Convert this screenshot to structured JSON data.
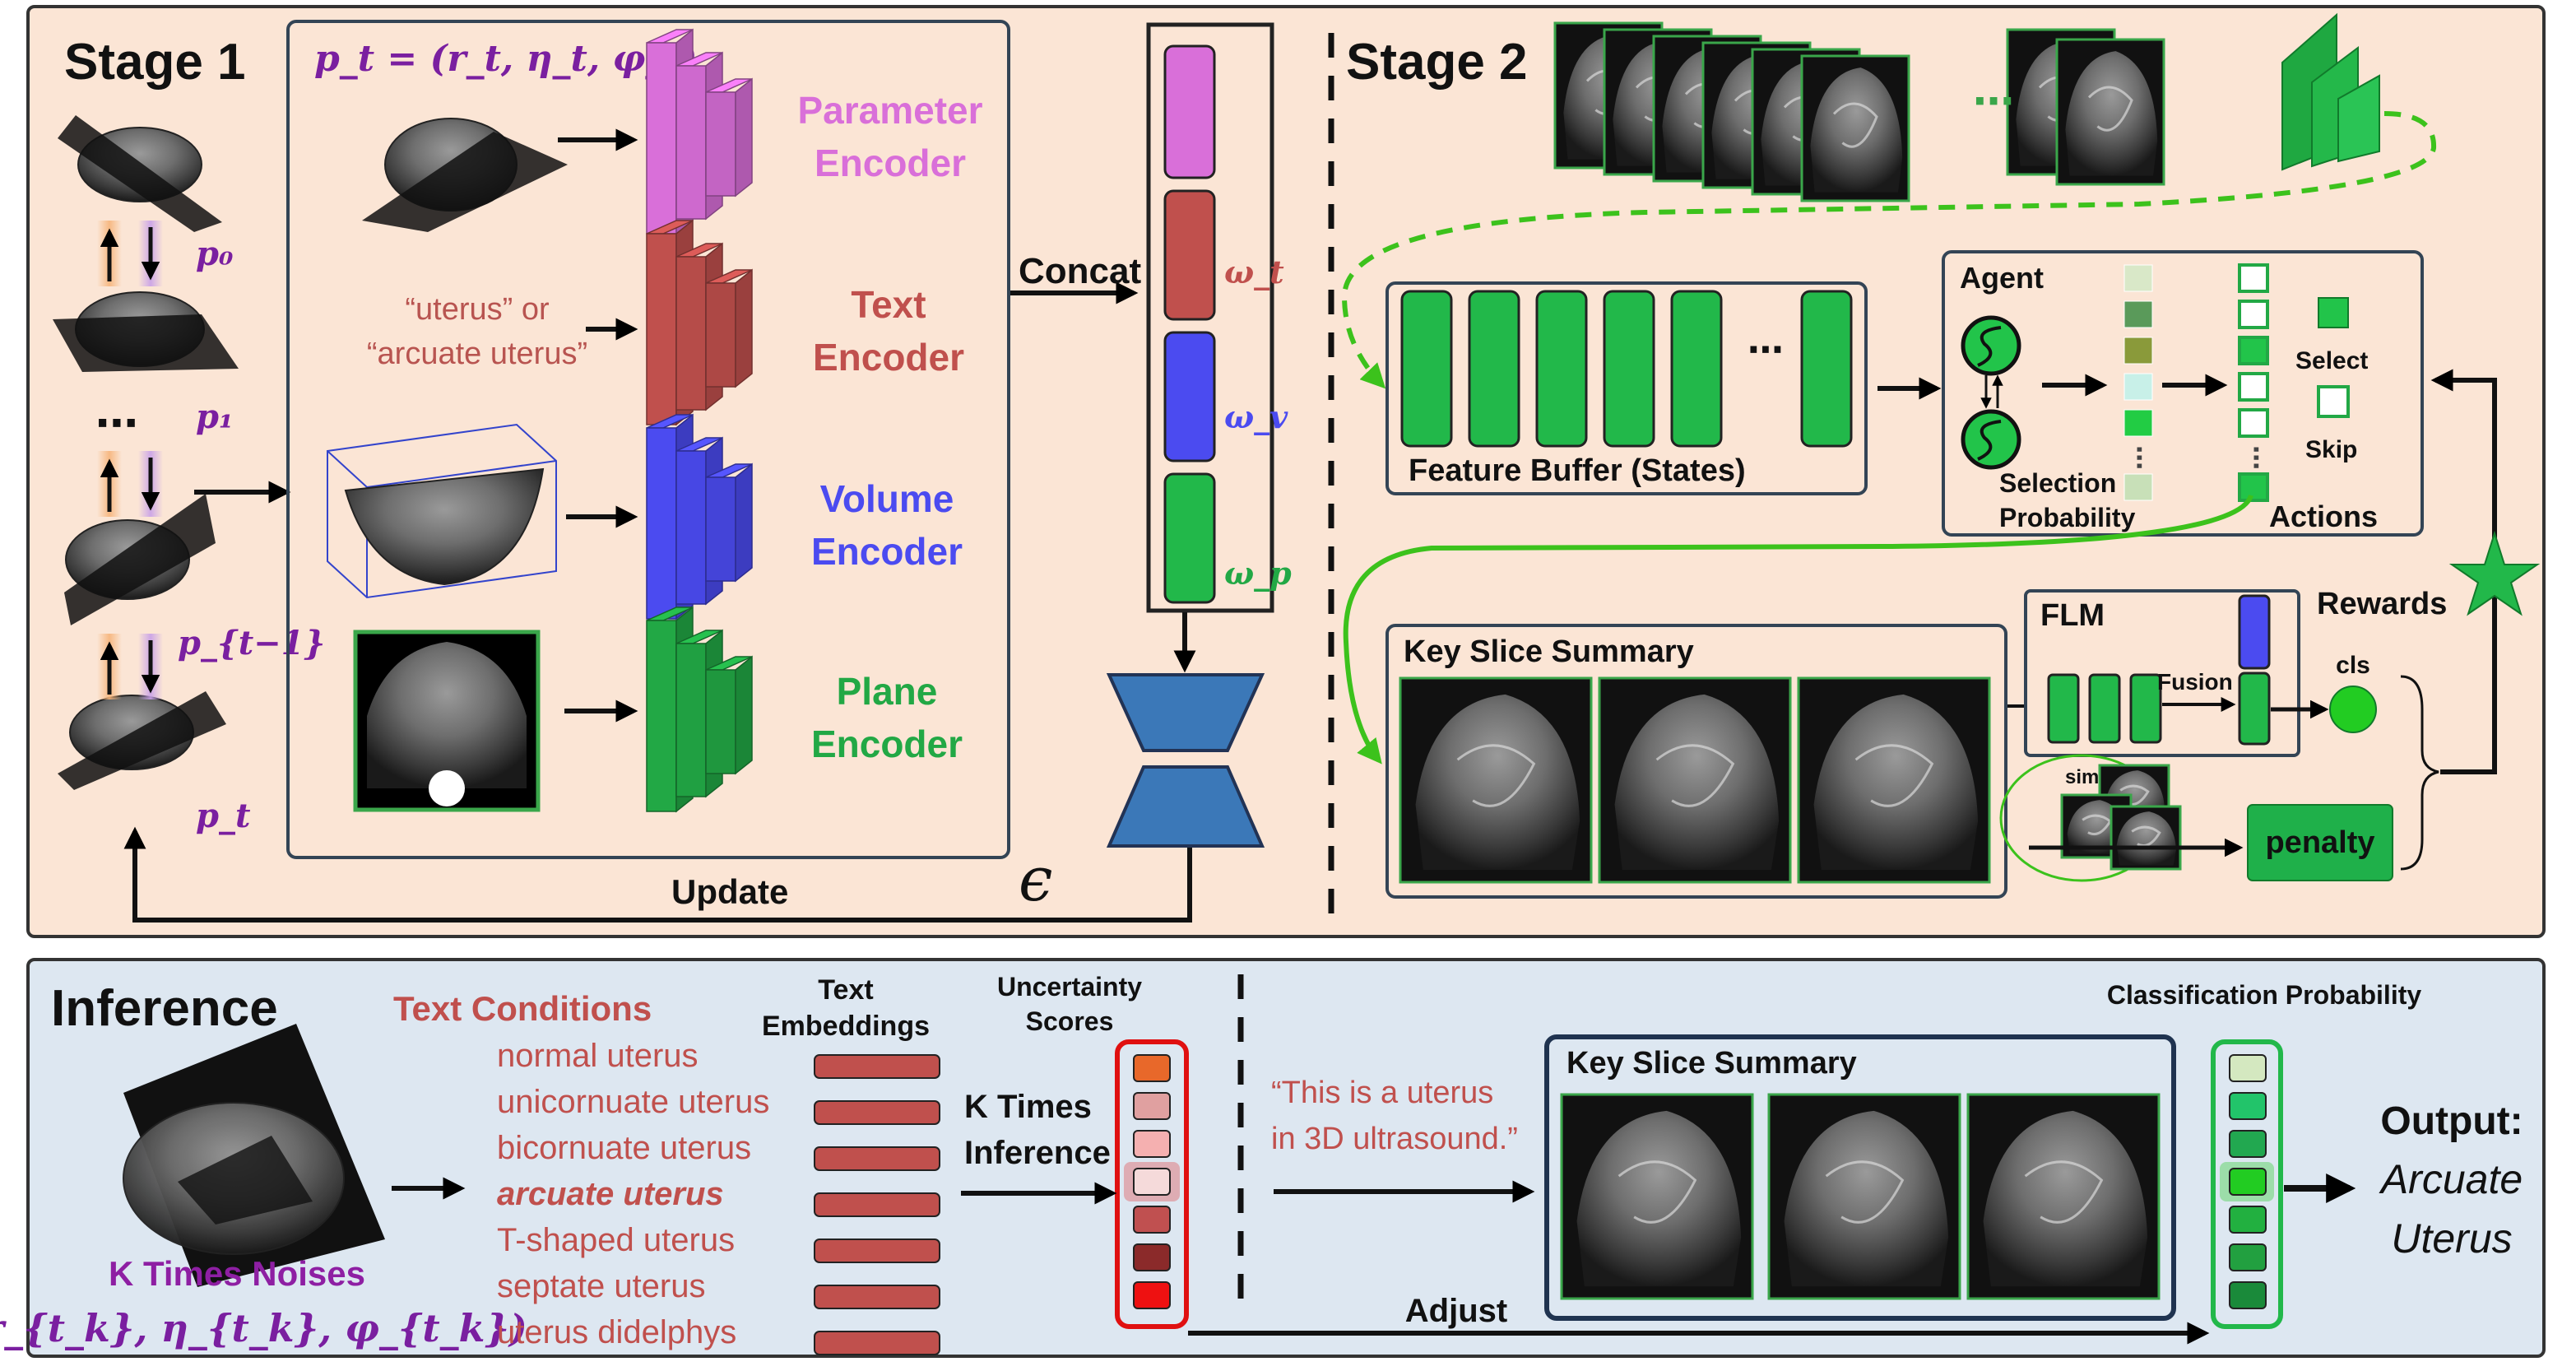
{
  "stage1": {
    "title": "Stage 1",
    "pose_formula": "p_t = (r_t, η_t, φ_t)",
    "pose_labels": [
      "p₀",
      "p₁",
      "p_{t−1}",
      "p_t"
    ],
    "ellipsis": "⋯",
    "encoders": [
      {
        "line1": "Parameter",
        "line2": "Encoder",
        "color": "#d96fd9"
      },
      {
        "line1": "Text",
        "line2": "Encoder",
        "color": "#c0504d"
      },
      {
        "line1": "Volume",
        "line2": "Encoder",
        "color": "#4b4bf0"
      },
      {
        "line1": "Plane",
        "line2": "Encoder",
        "color": "#22a845"
      }
    ],
    "text_input_line1": "“uterus”  or",
    "text_input_line2": "“arcuate uterus”",
    "concat_label": "Concat",
    "omega_labels": [
      "ω_t",
      "ω_v",
      "ω_p"
    ],
    "update_label": "Update",
    "epsilon": "ϵ"
  },
  "stage2": {
    "title": "Stage 2",
    "ellipsis": "⋯",
    "feature_buffer_label": "Feature Buffer (States)",
    "agent_label": "Agent",
    "selection_probability_line1": "Selection",
    "selection_probability_line2": "Probability",
    "actions_label": "Actions",
    "select_label": "Select",
    "skip_label": "Skip",
    "rewards_label": "Rewards",
    "key_slice_summary_label": "Key Slice Summary",
    "flm_label": "FLM",
    "fusion_label": "Fusion",
    "cls_label": "cls",
    "sim_label": "sim",
    "penalty_label": "penalty",
    "selection_probability_colors": [
      "#d9e8c8",
      "#5a9a5a",
      "#8a9a3a",
      "#c8f0e8",
      "#22cc44",
      "#c8e0b8"
    ],
    "actions": [
      "skip",
      "skip",
      "select",
      "skip",
      "skip",
      "select"
    ]
  },
  "inference": {
    "title": "Inference",
    "noise_label": "K Times Noises",
    "noise_formula": "(r_{t_k}, η_{t_k}, φ_{t_k})",
    "text_conditions_title": "Text Conditions",
    "text_conditions": [
      "normal uterus",
      "unicornuate uterus",
      "bicornuate uterus",
      "arcuate uterus",
      "T-shaped uterus",
      "septate uterus",
      "uterus didelphys"
    ],
    "highlighted_condition": "arcuate uterus",
    "text_embeddings_line1": "Text",
    "text_embeddings_line2": "Embeddings",
    "uncertainty_line1": "Uncertainty",
    "uncertainty_line2": "Scores",
    "uncertainty_colors": [
      "#e8682a",
      "#e0a0a0",
      "#f5b0b0",
      "#f5dada",
      "#c05050",
      "#8b2a2a",
      "#ee1111"
    ],
    "k_times_line1": "K Times",
    "k_times_line2": "Inference",
    "prompt_line1": "“This is a uterus",
    "prompt_line2": "in 3D ultrasound.”",
    "key_slice_summary_label": "Key Slice Summary",
    "classification_probability_label": "Classification Probability",
    "classification_colors": [
      "#d4e8c0",
      "#22c46a",
      "#22a850",
      "#22cc22",
      "#22b040",
      "#22a040",
      "#1a8a3a"
    ],
    "adjust_label": "Adjust",
    "output_label": "Output:",
    "output_line1": "Arcuate",
    "output_line2": "Uterus"
  }
}
